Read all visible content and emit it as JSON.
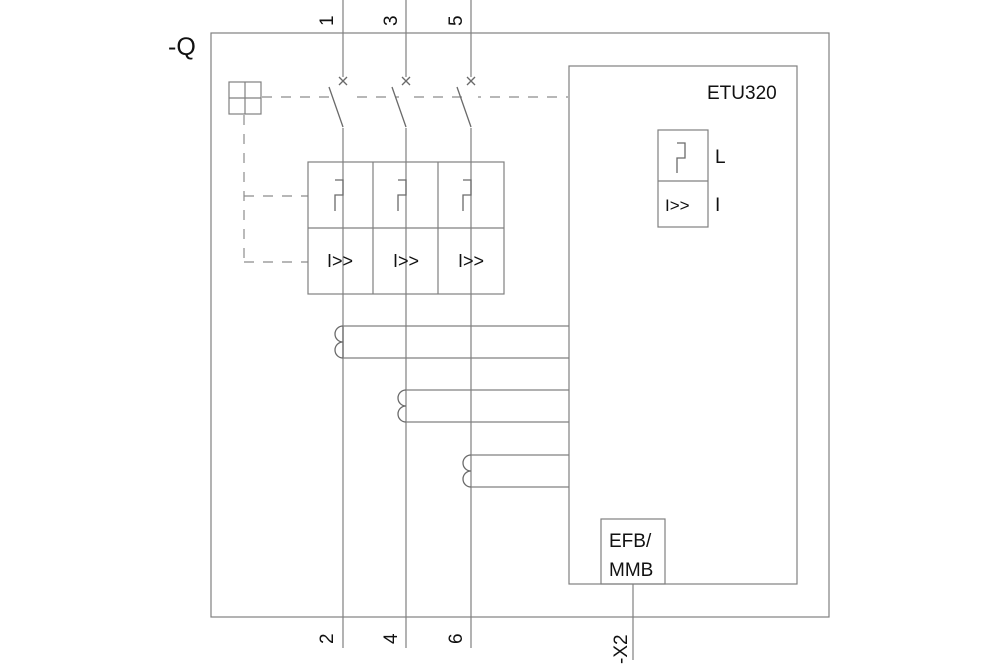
{
  "designation": "-Q",
  "etu": {
    "name": "ETU320",
    "functions": [
      {
        "label": "L",
        "symbol": ""
      },
      {
        "label": "I",
        "symbol": "I>>"
      }
    ]
  },
  "poles": [
    {
      "line": "1",
      "load": "2",
      "trip_symbol": "I>>"
    },
    {
      "line": "3",
      "load": "4",
      "trip_symbol": "I>>"
    },
    {
      "line": "5",
      "load": "6",
      "trip_symbol": "I>>"
    }
  ],
  "module": {
    "line1": "EFB/",
    "line2": "MMB"
  },
  "connector": "-X2",
  "colors": {
    "line": "#808080",
    "text": "#111111",
    "background": "#ffffff"
  }
}
